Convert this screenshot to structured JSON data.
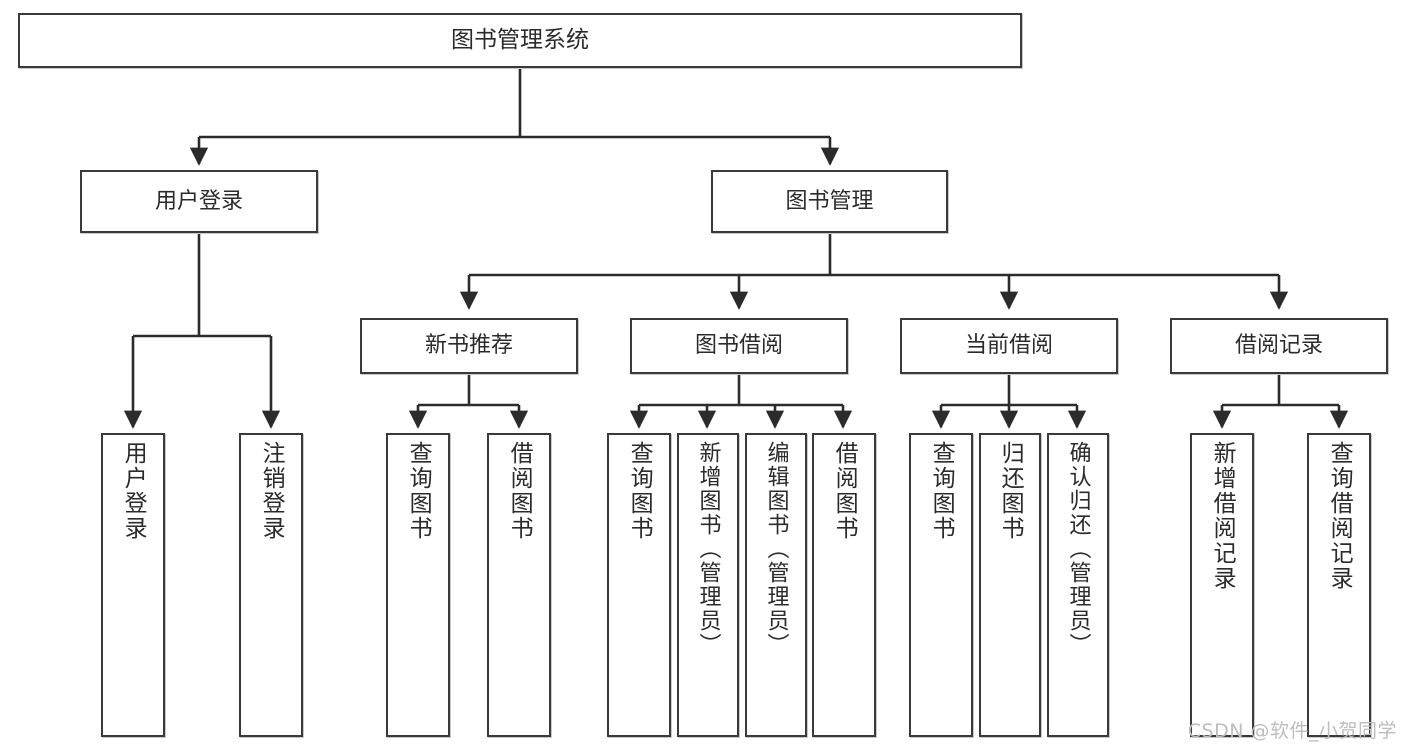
{
  "diagram": {
    "type": "tree",
    "title": "图书管理系统",
    "watermark": "CSDN @软件_小贺同学",
    "style": {
      "background": "#ffffff",
      "box_border": "#3a3a3a",
      "box_fill": "#ffffff",
      "connector": "#2b2b2b",
      "text": "#2b2b2b",
      "watermark_color": "#bdbdbd"
    },
    "nodes": {
      "root": {
        "label": "图书管理系统"
      },
      "level1": [
        {
          "id": "user-login",
          "label": "用户登录"
        },
        {
          "id": "book-manage",
          "label": "图书管理"
        }
      ],
      "level2": [
        {
          "id": "new-book-rec",
          "label": "新书推荐"
        },
        {
          "id": "book-borrow",
          "label": "图书借阅"
        },
        {
          "id": "current-borrow",
          "label": "当前借阅"
        },
        {
          "id": "borrow-record",
          "label": "借阅记录"
        }
      ],
      "leaves": {
        "user-login": [
          {
            "id": "leaf-user-login",
            "label": "用户登录"
          },
          {
            "id": "leaf-user-logout",
            "label": "注销登录"
          }
        ],
        "new-book-rec": [
          {
            "id": "leaf-query-book-1",
            "label": "查询图书"
          },
          {
            "id": "leaf-borrow-book-1",
            "label": "借阅图书"
          }
        ],
        "book-borrow": [
          {
            "id": "leaf-query-book-2",
            "label": "查询图书"
          },
          {
            "id": "leaf-add-book",
            "label": "新增图书（管理员）"
          },
          {
            "id": "leaf-edit-book",
            "label": "编辑图书（管理员）"
          },
          {
            "id": "leaf-borrow-book-2",
            "label": "借阅图书"
          }
        ],
        "current-borrow": [
          {
            "id": "leaf-query-book-3",
            "label": "查询图书"
          },
          {
            "id": "leaf-return-book",
            "label": "归还图书"
          },
          {
            "id": "leaf-confirm-return",
            "label": "确认归还（管理员）"
          }
        ],
        "borrow-record": [
          {
            "id": "leaf-add-record",
            "label": "新增借阅记录"
          },
          {
            "id": "leaf-query-record",
            "label": "查询借阅记录"
          }
        ]
      }
    }
  }
}
